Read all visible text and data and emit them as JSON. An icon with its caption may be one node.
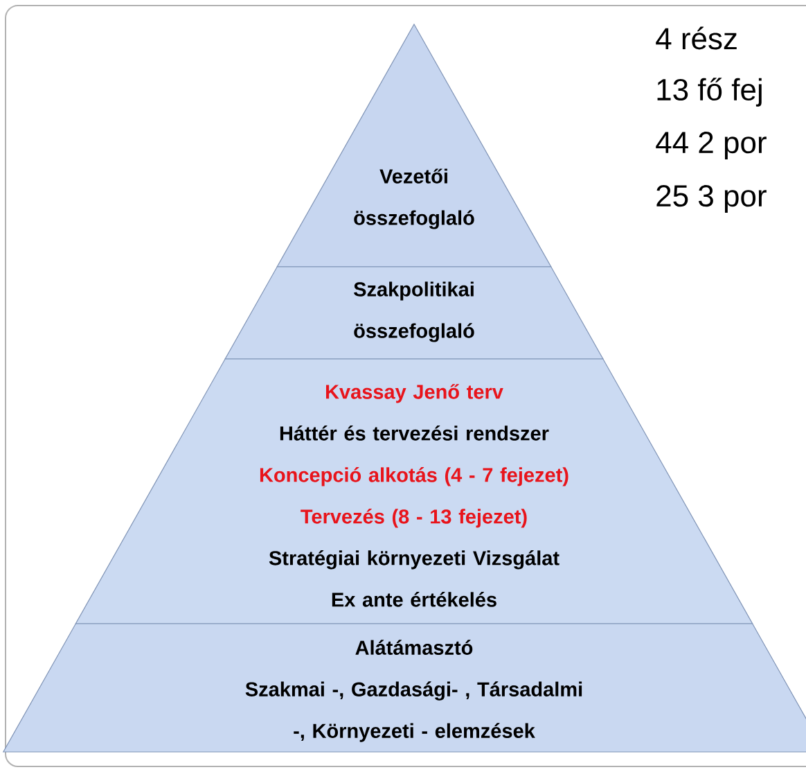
{
  "diagram": {
    "nodes": [
      {
        "text": [
          "Vezetői összefoglaló"
        ]
      },
      {
        "text": [
          "Szakpolitikai összefoglaló"
        ]
      },
      {
        "text": [
          "Kvassay Jenő terv",
          "Háttér és tervezési rendszer",
          "Koncepció alkotás (4 - 7 fejezet)",
          "Tervezés (8 - 13 fejezet)",
          "Stratégiai környezeti Vizsgálat",
          "Ex ante értékelés"
        ]
      },
      {
        "text": [
          "Alátámasztó",
          "Szakmai -, Gazdasági- , Társadalmi -, Környezeti - elemzések"
        ]
      }
    ],
    "labels": [
      "4 rész",
      "13 fő fej",
      "44 2 por",
      "25 3 por"
    ]
  }
}
